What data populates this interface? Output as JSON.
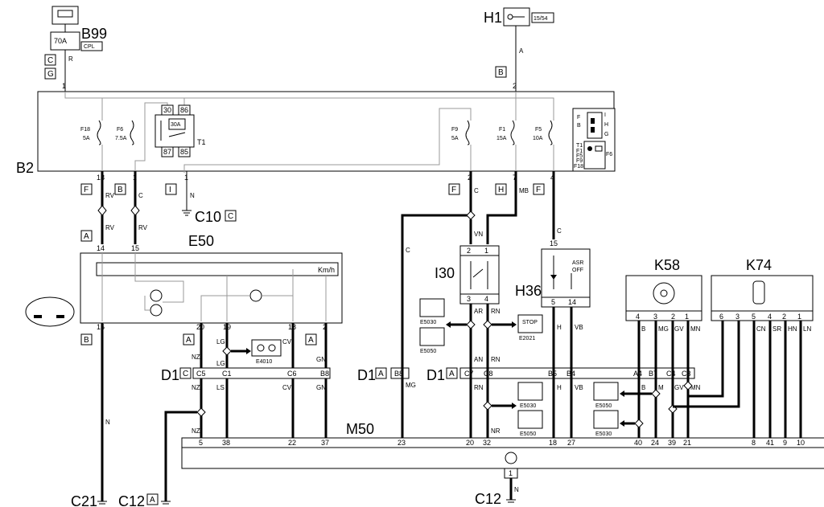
{
  "components": {
    "B99": "B99",
    "H1": "H1",
    "B2": "B2",
    "E50": "E50",
    "I30": "I30",
    "H36": "H36",
    "K58": "K58",
    "K74": "K74",
    "M50": "M50",
    "C10": "C10",
    "C21": "C21",
    "C12a": "C12",
    "C12b": "C12"
  },
  "connectors": {
    "D1": "D1"
  },
  "texts": {
    "fuse_b99": "70A",
    "cpl": "CPL",
    "key_pos": "15/54",
    "relay": "30A",
    "relay_t": "T1",
    "kmh": "Km/h",
    "asr": "ASR",
    "off": "OFF",
    "stop": "STOP"
  },
  "fuses": [
    {
      "id": "F18",
      "amp": "5A"
    },
    {
      "id": "F6",
      "amp": "7.5A"
    },
    {
      "id": "F9",
      "amp": "5A"
    },
    {
      "id": "F1",
      "amp": "15A"
    },
    {
      "id": "F5",
      "amp": "10A"
    }
  ],
  "component_refs": [
    "E5030",
    "E5050",
    "E2021",
    "E4010",
    "E5030",
    "E5050",
    "E5050",
    "E5030"
  ],
  "fusebox_legend": [
    "T1",
    "F1",
    "F5",
    "F9",
    "F18",
    "F6",
    "F",
    "B",
    "I",
    "H",
    "G"
  ],
  "tags": [
    "C",
    "G",
    "B",
    "F",
    "B",
    "I",
    "F",
    "H",
    "F",
    "A",
    "C",
    "B",
    "A",
    "A",
    "C",
    "A",
    "A"
  ],
  "pins": {
    "b2_top": [
      "1",
      "2",
      "30",
      "86",
      "87",
      "85"
    ],
    "b2_bottom": [
      "18",
      "1",
      "1",
      "2",
      "7",
      "4"
    ],
    "e50": [
      "14",
      "15",
      "16",
      "20",
      "19",
      "18",
      "2"
    ],
    "d1_left": [
      "C5",
      "C1",
      "C6",
      "B8"
    ],
    "d1_mid": "B8",
    "d1_right": [
      "C7",
      "C8",
      "B5",
      "B4",
      "A4",
      "B7",
      "C4",
      "C3"
    ],
    "i30": [
      "2",
      "1",
      "3",
      "4"
    ],
    "h36": [
      "15",
      "5",
      "14"
    ],
    "k58": [
      "4",
      "3",
      "2",
      "1"
    ],
    "k74": [
      "6",
      "3",
      "5",
      "4",
      "2",
      "1"
    ],
    "m50": [
      "5",
      "38",
      "22",
      "37",
      "23",
      "20",
      "32",
      "18",
      "27",
      "40",
      "24",
      "39",
      "21",
      "8",
      "41",
      "9",
      "10"
    ],
    "ground": "1"
  },
  "wire_colors": [
    "R",
    "A",
    "RV",
    "RV",
    "C",
    "RV",
    "N",
    "C",
    "MB",
    "C",
    "VN",
    "AR",
    "RN",
    "AN",
    "RN",
    "NR",
    "H",
    "VB",
    "H",
    "VB",
    "B",
    "MG",
    "GV",
    "MN",
    "B",
    "M",
    "GV",
    "MN",
    "NZ",
    "NZ",
    "NZ",
    "LG",
    "LG",
    "LS",
    "CV",
    "CV",
    "GN",
    "GN",
    "N",
    "MG",
    "C",
    "RN",
    "N",
    "CN",
    "SR",
    "HN",
    "LN"
  ]
}
